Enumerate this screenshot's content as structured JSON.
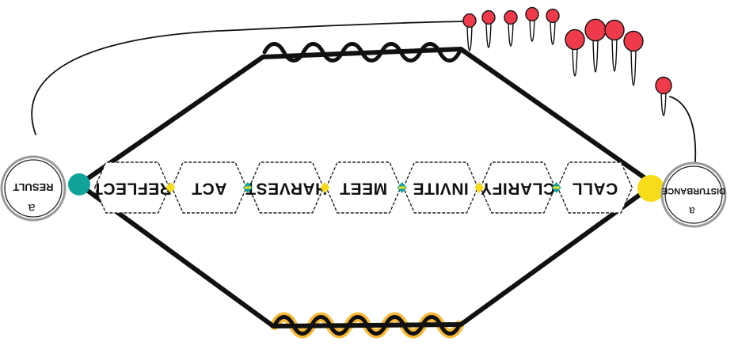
{
  "colors": {
    "teal": "#0fa39a",
    "yellow": "#f7dc1a",
    "orange_glow": "#f7b52b",
    "red": "#ef3a4b",
    "ink": "#111111"
  },
  "diagram": {
    "start_label": "RESULT",
    "end_label": "DISTURBANCE",
    "steps": [
      {
        "label": "CALL"
      },
      {
        "label": "CLARIFY"
      },
      {
        "label": "INVITE"
      },
      {
        "label": "MEET"
      },
      {
        "label": "HARVEST"
      },
      {
        "label": "ACT"
      },
      {
        "label": "REFLECT"
      }
    ],
    "note": "text in the original image is drawn upside-down (rotated 180°)"
  }
}
